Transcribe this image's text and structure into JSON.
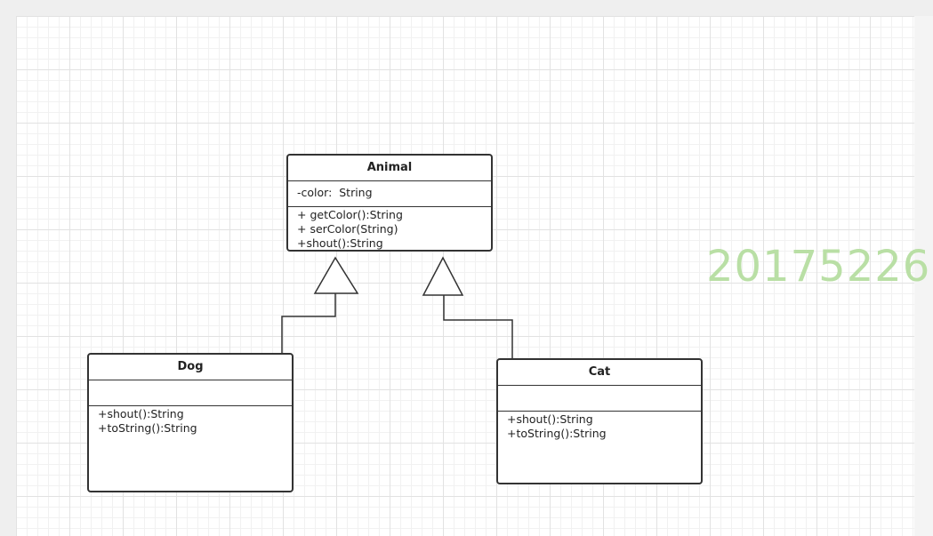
{
  "classes": {
    "animal": {
      "name": "Animal",
      "attributes": [
        "-color:  String"
      ],
      "operations": [
        "+ getColor():String",
        "+ serColor(String)",
        "+shout():String"
      ]
    },
    "dog": {
      "name": "Dog",
      "attributes": [],
      "operations": [
        "+shout():String",
        "+toString():String"
      ]
    },
    "cat": {
      "name": "Cat",
      "attributes": [],
      "operations": [
        "+shout():String",
        "+toString():String"
      ]
    }
  },
  "relationships": [
    {
      "type": "inheritance",
      "from": "Dog",
      "to": "Animal"
    },
    {
      "type": "inheritance",
      "from": "Cat",
      "to": "Animal"
    }
  ],
  "watermark": "20175226",
  "colors": {
    "line": "#333333",
    "watermark": "#b9dfa5",
    "grid": "#e2e2e2"
  }
}
